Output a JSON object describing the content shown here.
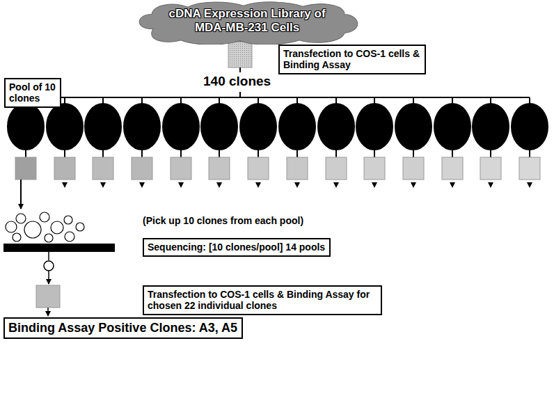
{
  "diagram": {
    "nodes": [
      {
        "text": [
          "cDNA Expression Library of MDA-MB-231 Cells"
        ]
      },
      {
        "text": [
          "Transfection to COS-1 cells & Binding Assay"
        ]
      },
      {
        "text": [
          "Pool of 10 clones"
        ]
      },
      {
        "text": [
          "Sequencing: [10 clones/pool] 14 pools"
        ]
      },
      {
        "text": [
          "Transfection to COS-1 cells & Binding Assay for chosen 22 individual clones"
        ]
      },
      {
        "text": [
          "Binding Assay Positive Clones: A3, A5"
        ]
      }
    ],
    "labels": [
      "140 clones",
      "(Pick up 10 clones from each pool)"
    ]
  }
}
